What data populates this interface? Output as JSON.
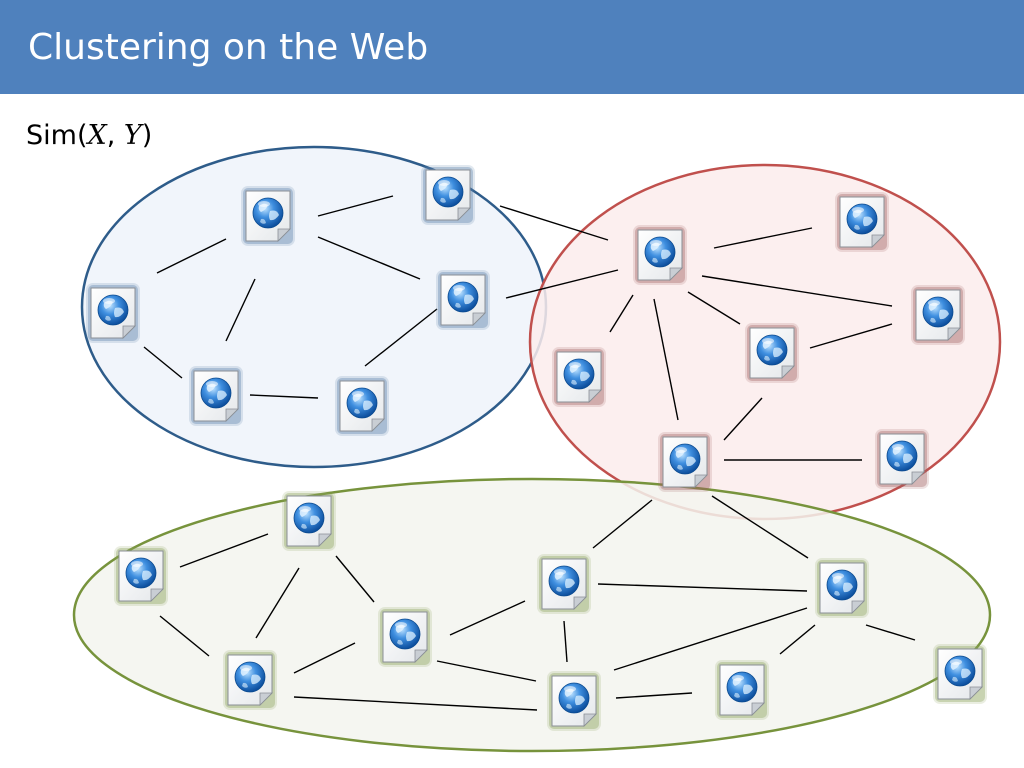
{
  "title": "Clustering on the Web",
  "formula": {
    "prefix": "Sim(",
    "var_x": "X",
    "sep": ", ",
    "var_y": "Y",
    "suffix": ")"
  },
  "colors": {
    "header": "#4f81bd",
    "cluster_blue_stroke": "#2e5c8a",
    "cluster_blue_fill": "#eef3fa",
    "cluster_red_stroke": "#c0504d",
    "cluster_red_fill": "#fbecec",
    "cluster_green_stroke": "#77933c",
    "cluster_green_fill": "#f3f5ee",
    "glow_blue": "#5a7da8",
    "glow_red": "#a06060",
    "glow_green": "#8aa05a"
  },
  "clusters": [
    {
      "id": "blue",
      "icon": "ellipse"
    },
    {
      "id": "red",
      "icon": "ellipse"
    },
    {
      "id": "green",
      "icon": "ellipse"
    }
  ],
  "node_icon": "web-page-globe-icon"
}
